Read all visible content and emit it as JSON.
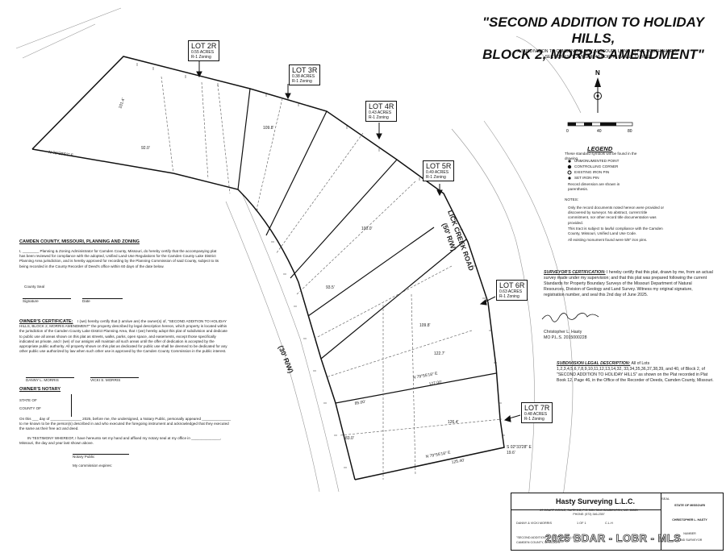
{
  "title": {
    "line1": "\"SECOND ADDITION TO HOLIDAY HILLS,",
    "line2": "BLOCK 2, MORRIS AMENDMENT\""
  },
  "subtitle": {
    "line1": "A SUBDIVISION TO CAMDEN COUNTY, MISSOURI, LYING IN THE SOUTH HALF OF",
    "line2": "SECTION 15, TOWNSHIP 40 NORTH, RANGE 19 WEST"
  },
  "lots": [
    {
      "name": "LOT 2R",
      "acres": "0.55 ACRES",
      "zoning": "R-1 Zoning"
    },
    {
      "name": "LOT 3R",
      "acres": "0.38 ACRES",
      "zoning": "R-1 Zoning"
    },
    {
      "name": "LOT 4R",
      "acres": "0.43 ACRES",
      "zoning": "R-1 Zoning"
    },
    {
      "name": "LOT 5R",
      "acres": "0.49 ACRES",
      "zoning": "R-1 Zoning"
    },
    {
      "name": "LOT 6R",
      "acres": "0.63 ACRES",
      "zoning": "R-1 Zoning"
    },
    {
      "name": "LOT 7R",
      "acres": "0.48 ACRES",
      "zoning": "R-1 Zoning"
    }
  ],
  "road_labels": {
    "lick_creek": "LICK CREEK ROAD",
    "lick_creek_row": "(50' R/W)",
    "row30": "(30' R/W)"
  },
  "dimensions": {
    "d1": "101.4'",
    "d2": "92.0'",
    "d3": "109.8'",
    "d4": "100.0'",
    "d5": "93.5'",
    "d6": "109.8'",
    "d7": "122.7'",
    "d8": "127.00'",
    "d9": "85.00'",
    "d10": "126.4'",
    "d11": "83.0'",
    "d12": "125.40'",
    "d13": "19.6'",
    "b1": "N 79°55'18\" E",
    "b2": "N 79°55'18\" E",
    "b3": "S 02°33'28\" E",
    "b4": "N 76°29'52\" E"
  },
  "north": {
    "label": "N",
    "scale": [
      "0",
      "40",
      "80"
    ]
  },
  "legend": {
    "title": "LEGEND",
    "items": [
      "These standard symbols will be found in the drawing.",
      "UNMONUMENTED POINT",
      "CONTROLLING CORNER",
      "EXISTING IRON PIN",
      "SET IRON PIN",
      "Record dimension are shown in parenthesis."
    ]
  },
  "notes": {
    "heading": "NOTES:",
    "items": [
      "Only the record documents noted hereon were provided or discovered by surveyor. No abstract, current title commitment, nor other record title documentation was provided.",
      "This tract is subject to lawful compliance with the Camden County, Missouri, Unified Land Use Code.",
      "All existing monument found were 5/8\" iron pins."
    ]
  },
  "planning": {
    "heading": "CAMDEN COUNTY, MISSOURI, PLANNING AND ZONING",
    "body": "I, ________ Planning & Zoning Administrator for Camden County, Missouri, do hereby certify that the accompanying plat has been reviewed for compliance with the adopted, Unified Land-Use Regulations for the Camden County Lake District Planning Area jurisdiction, and is hereby approved for recording by the Planning Commission of said County, subject to its being recorded in the County Recorder of Deed's office within 60 days of the date below.",
    "seal": "County Seal",
    "signature": "Signature",
    "date": "Date"
  },
  "owners_cert": {
    "heading": "OWNER'S CERTIFICATE:",
    "body": "I (we) hereby certify that (I am/we are) the owner(s) of, \"SECOND ADDITION TO HOLIDAY HILLS, BLOCK 2, MORRIS AMENDMENT\" the property described by legal description hereon, which property is located within the jurisdiction of the Camden County Lake District Planning Area, that I (we) hereby adopt this plat of subdivision and dedicate to public use all areas shown on this plat as streets, walks, parks, open space, and easements, except those specifically indicated as private, and I (we) of our assigns will maintain all such areas until the offer of dedication is accepted by the appropriate public authority. All property shown on this plat as dedicated for public use shall be deemed to be dedicated for any other public use authorized by law when such other use is approved by the Camden County Commission in the public interest.",
    "owner1": "DANNY L. MORRIS",
    "owner2": "VICKI S. MORRIS"
  },
  "notary": {
    "heading": "OWNER'S NOTARY",
    "state": "STATE OF",
    "county": "COUNTY OF",
    "body": "On this ___ day of _______________ 2025, before me, the undersigned, a Notary Public, personally appeared ______________ to me known to be the person(s) described in and who executed the foregoing instrument and acknowledged that they executed the same as their free act and deed.",
    "testimony": "IN TESTIMONY WHEREOF, I have hereunto set my hand and affixed my notary seal at my office in ______________, Missouri, the day and year last shown above.",
    "public": "Notary Public",
    "expires": "My commission expires:"
  },
  "surveyor": {
    "heading": "SURVEYOR'S CERTIFICATION:",
    "body": "I hereby certify that this plat, drawn by me, from an actual survey made under my supervision; and that this plat was prepared following the current Standards for Property Boundary Surveys of the Missouri Department of Natural Resources, Division of Geology and Land Survey. Witness my original signature, registration number, and seal this 2nd day of June 2025.",
    "name": "Christopher L. Hasty",
    "pls": "MO P.L.S. 2015000228"
  },
  "legal": {
    "heading": "SUBDIVISION LEGAL DESCRIPTION:",
    "body": "All of Lots 1,2,3,4,5,6,7,8,9,10,11,12,13,14,32, 33,34,35,36,37,38,39, and 40, of Block 2, of \"SECOND ADDITION TO HOLIDAY HILLS\" as shown on the Plat recorded in Plat Book 12, Page 46, in the Office of the Recorder of Deeds, Camden County, Missouri."
  },
  "titleblock": {
    "firm": "Hasty Surveying L.L.C.",
    "address": "87 COURT CIRCLE, SUITE 2-B, P.O. BOX 3049 CAMDENTON, MO. 65020",
    "phone": "PHONE: (573) 346-2357",
    "client": "DANNY & VICKI MORRIS",
    "sheet": "1 OF 1",
    "drawn": "C.L.H",
    "project": "\"SECOND ADDITION TO HOLIDAY HILLS\"",
    "county": "CAMDEN COUNTY, MISSOURI",
    "seal_state": "STATE OF MISSOURI",
    "seal_name": "CHRISTOPHER L. HASTY",
    "seal_number": "NUMBER",
    "seal_role": "LAND SURVEYOR",
    "seal_tag": "SEAL"
  },
  "watermark": "2025 BDAR - LOBR - MLS"
}
